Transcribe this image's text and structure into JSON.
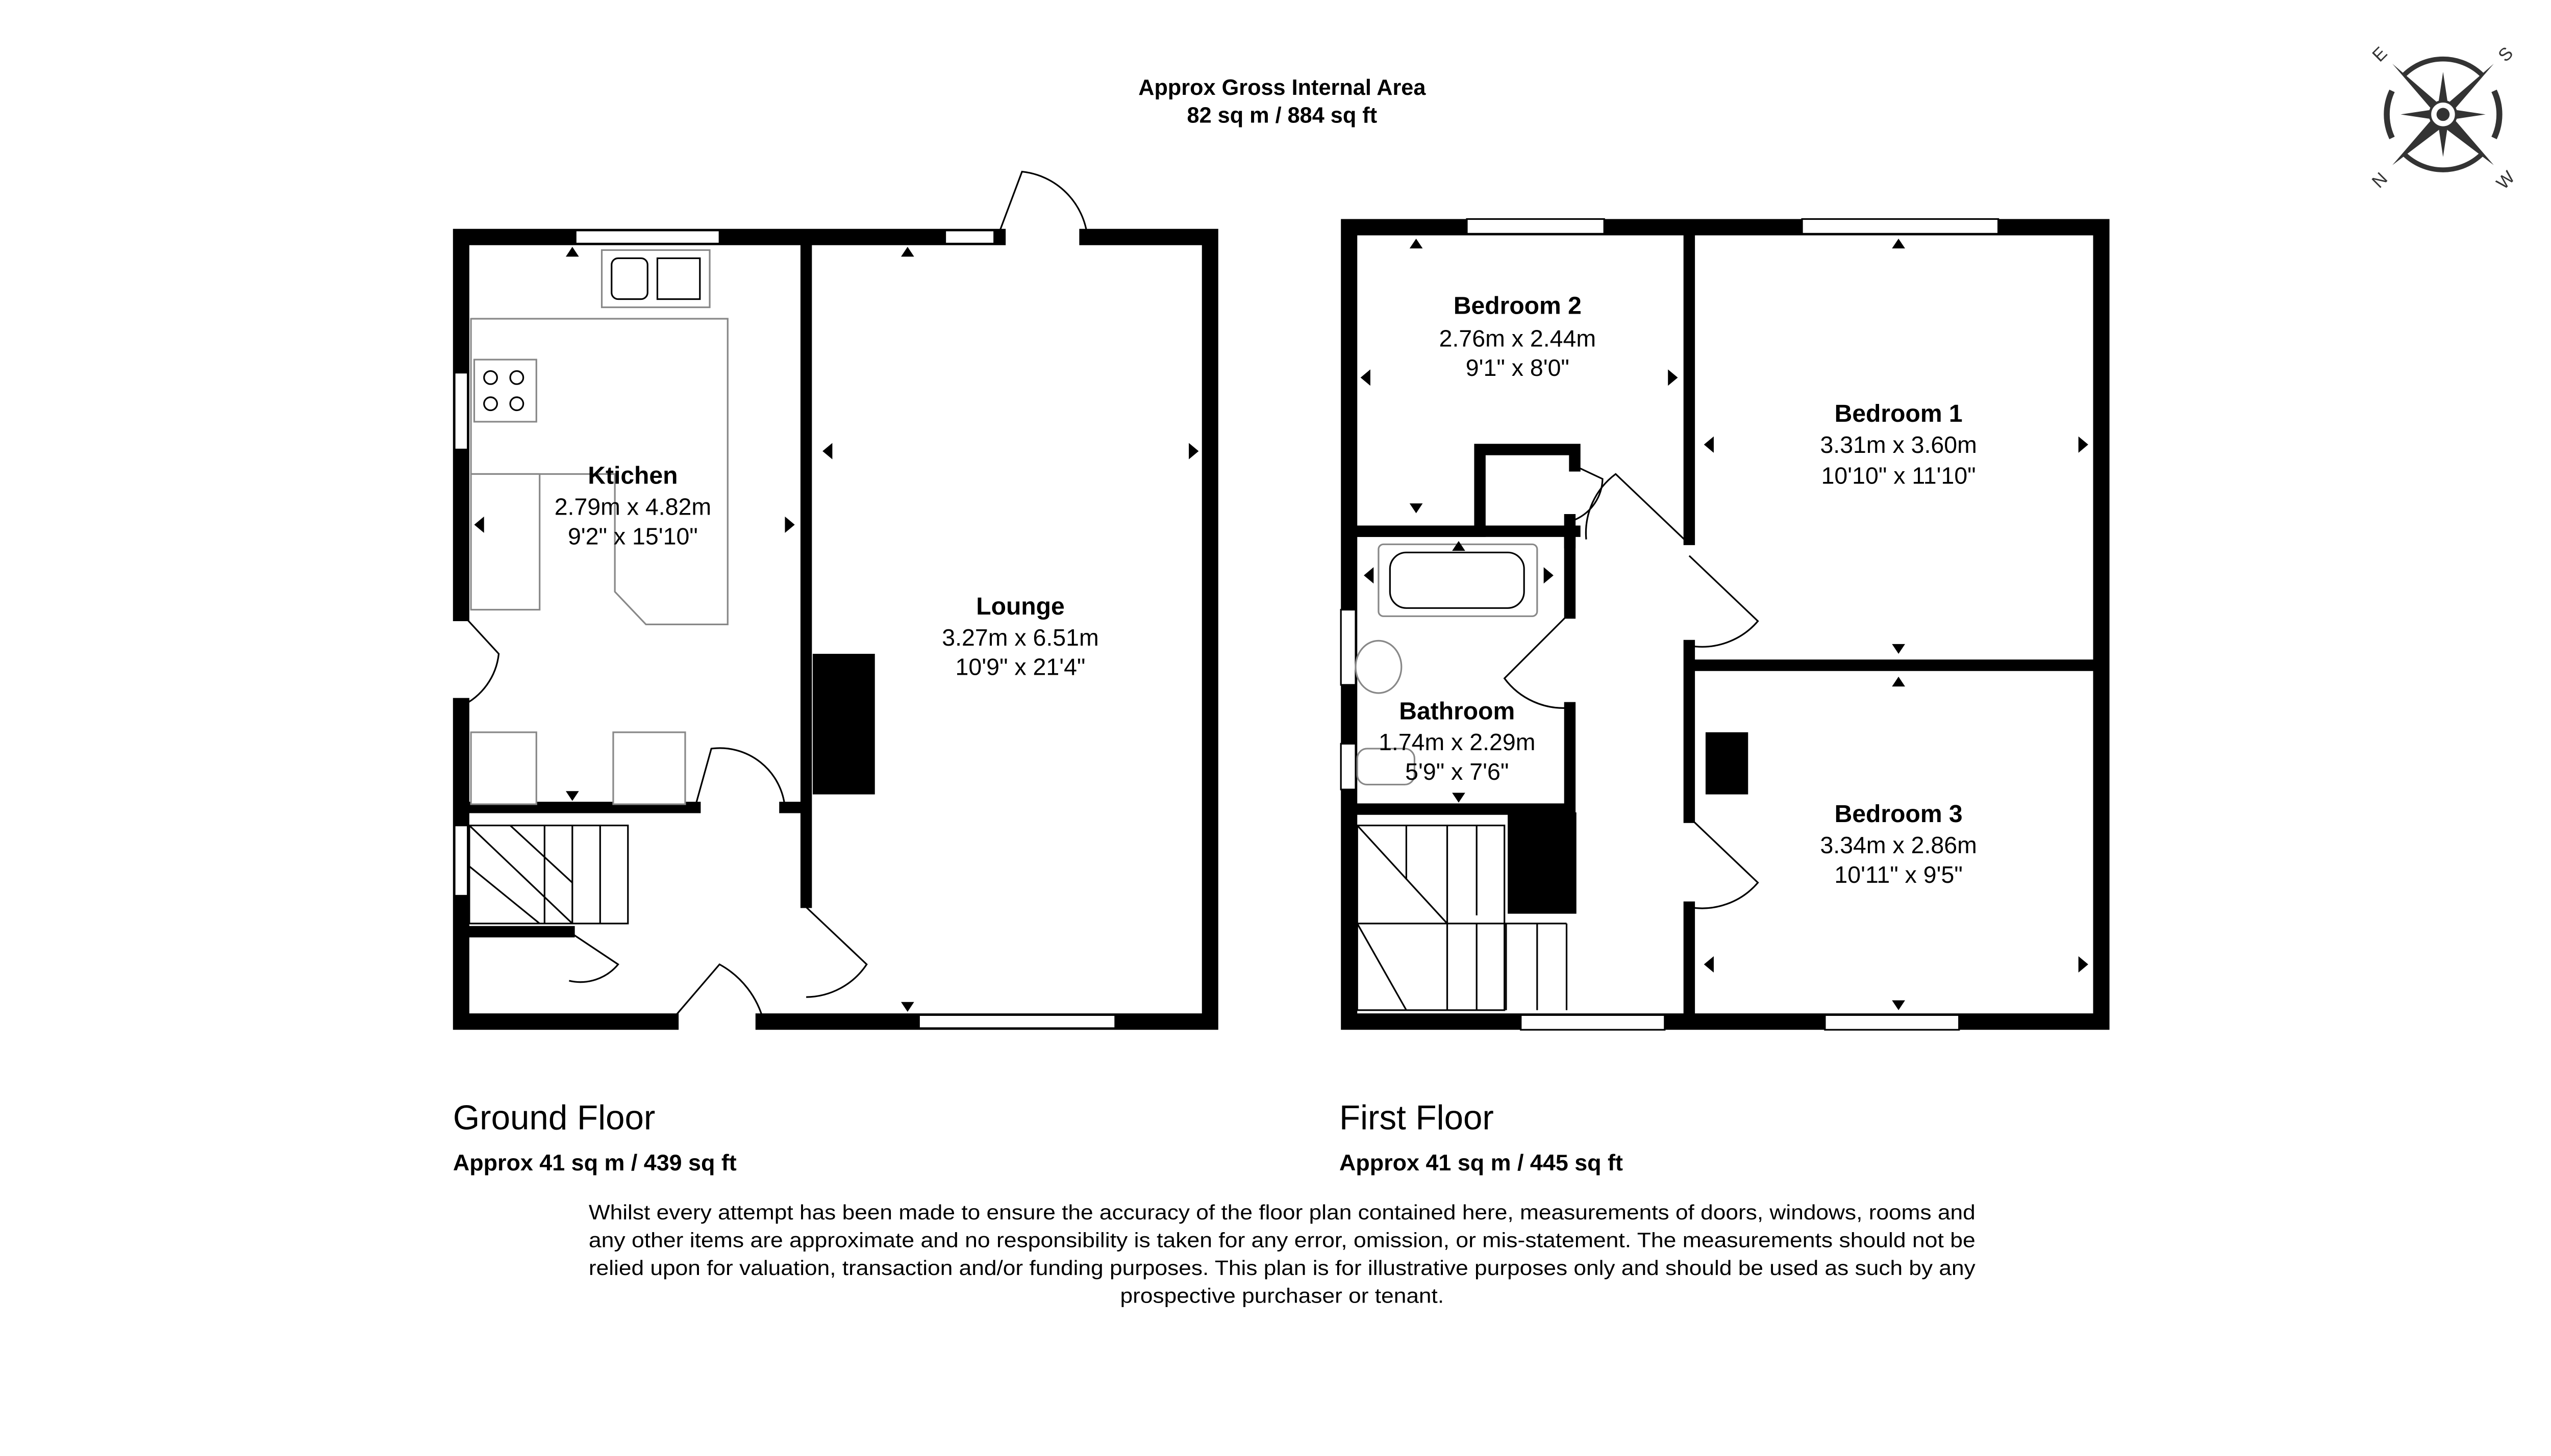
{
  "header": {
    "title": "Approx Gross Internal Area",
    "area": "82 sq m / 884 sq ft"
  },
  "compass": {
    "icon": "compass-rose-icon",
    "labels": [
      "E",
      "S",
      "N",
      "W"
    ]
  },
  "ground_floor": {
    "title": "Ground Floor",
    "area": "Approx 41 sq m / 439 sq ft",
    "rooms": [
      {
        "name": "Ktichen",
        "metric": "2.79m x 4.82m",
        "imperial": "9'2\" x 15'10\""
      },
      {
        "name": "Lounge",
        "metric": "3.27m x 6.51m",
        "imperial": "10'9\" x 21'4\""
      }
    ]
  },
  "first_floor": {
    "title": "First Floor",
    "area": "Approx 41 sq m / 445 sq ft",
    "rooms": [
      {
        "name": "Bedroom 2",
        "metric": "2.76m x 2.44m",
        "imperial": "9'1\" x 8'0\""
      },
      {
        "name": "Bedroom 1",
        "metric": "3.31m x 3.60m",
        "imperial": "10'10\" x 11'10\""
      },
      {
        "name": "Bathroom",
        "metric": "1.74m x 2.29m",
        "imperial": "5'9\" x 7'6\""
      },
      {
        "name": "Bedroom 3",
        "metric": "3.34m x 2.86m",
        "imperial": "10'11\" x 9'5\""
      }
    ]
  },
  "disclaimer": [
    "Whilst every attempt has been made to ensure the accuracy of the floor plan contained here, measurements of doors, windows, rooms and",
    "any other items are approximate and no responsibility is taken for any error, omission, or mis-statement. The measurements should not be",
    "relied upon for valuation, transaction and/or funding purposes. This plan is for illustrative purposes only and should be used as such by any",
    "prospective purchaser or tenant."
  ]
}
